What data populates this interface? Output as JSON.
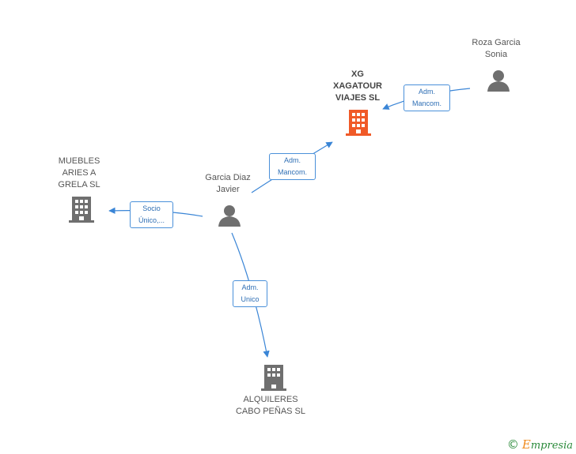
{
  "nodes": {
    "xg": {
      "name_lines": [
        "XG",
        "XAGATOUR",
        "VIAJES SL"
      ],
      "icon": "building-icon",
      "color": "#f05a28"
    },
    "roza": {
      "name_lines": [
        "Roza Garcia",
        "Sonia"
      ],
      "icon": "person-icon",
      "color": "#6f6f6f"
    },
    "garcia": {
      "name_lines": [
        "Garcia Diaz",
        "Javier"
      ],
      "icon": "person-icon",
      "color": "#6f6f6f"
    },
    "muebles": {
      "name_lines": [
        "MUEBLES",
        "ARIES A",
        "GRELA SL"
      ],
      "icon": "building-icon",
      "color": "#6f6f6f"
    },
    "alquileres": {
      "name_lines": [
        "ALQUILERES",
        "CABO PEÑAS SL"
      ],
      "icon": "building-icon",
      "color": "#6f6f6f"
    }
  },
  "edges": {
    "roza_xg": {
      "lines": [
        "Adm.",
        "Mancom."
      ]
    },
    "garcia_xg": {
      "lines": [
        "Adm.",
        "Mancom."
      ]
    },
    "garcia_muebles": {
      "lines": [
        "Socio",
        "Único,..."
      ]
    },
    "garcia_alquileres": {
      "lines": [
        "Adm.",
        "Unico"
      ]
    }
  },
  "footer": {
    "copyright_symbol": "©",
    "brand_initial": "E",
    "brand_rest": "mpresia"
  },
  "colors": {
    "edge": "#3a85d6",
    "label_border": "#4a90d9",
    "brand": "#2a8a3a"
  }
}
